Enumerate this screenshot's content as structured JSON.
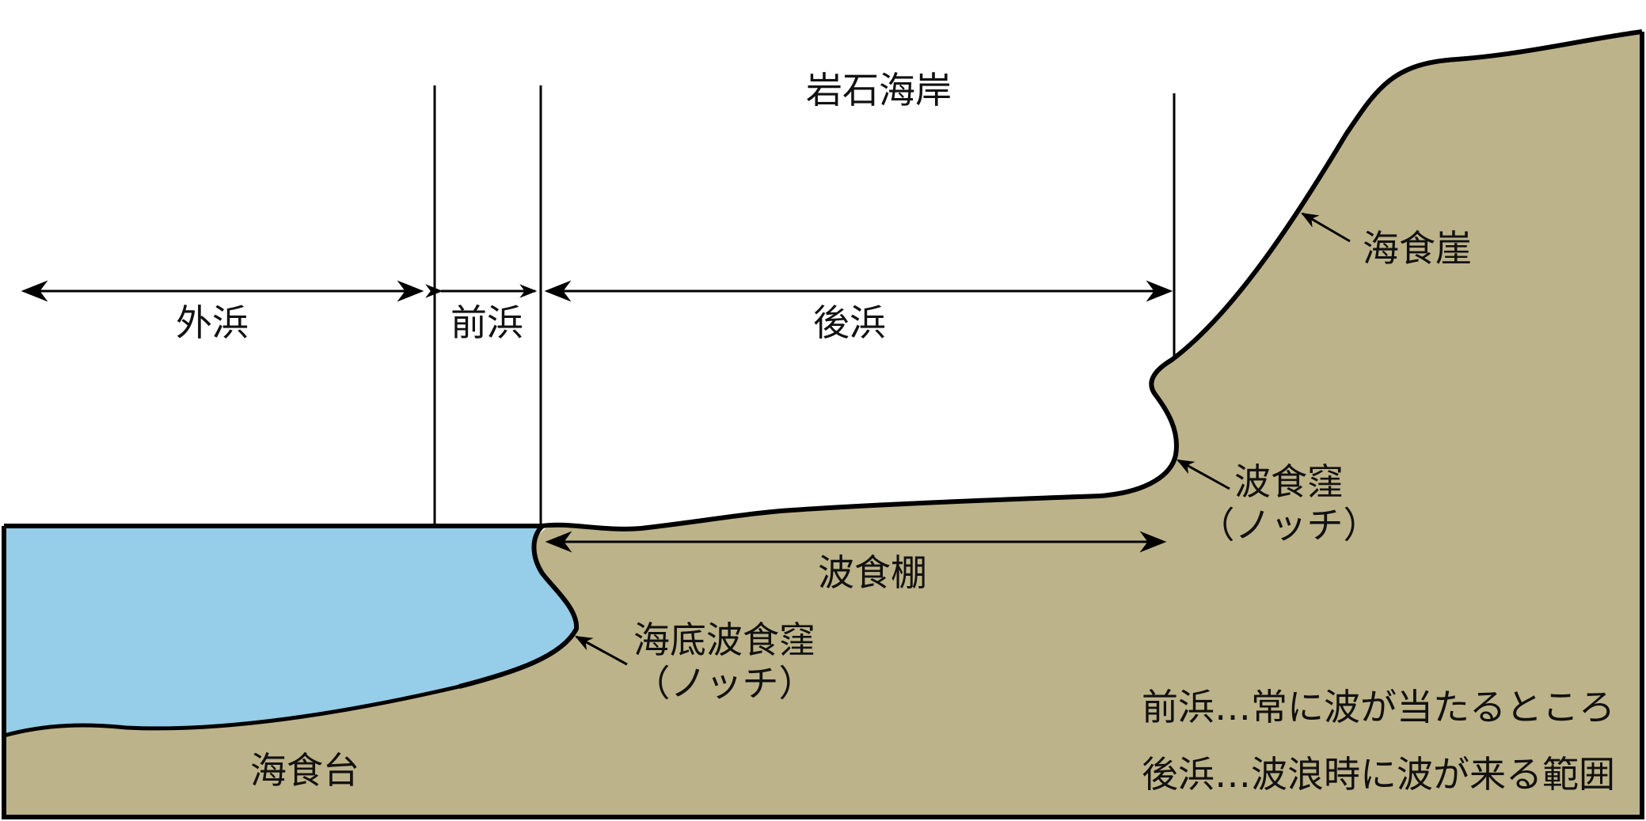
{
  "title": "岩石海岸",
  "zones": {
    "offshore": "外浜",
    "foreshore": "前浜",
    "backshore": "後浜"
  },
  "features": {
    "sea_cliff": "海食崖",
    "notch_line1": "波食窪",
    "notch_line2": "（ノッチ）",
    "wave_cut_bench": "波食棚",
    "submarine_notch_line1": "海底波食窪",
    "submarine_notch_line2": "（ノッチ）",
    "wave_cut_platform": "海食台"
  },
  "legend": {
    "foreshore_def": "前浜…常に波が当たるところ",
    "backshore_def": "後浜…波浪時に波が来る範囲"
  },
  "colors": {
    "land": "#bdb38a",
    "water": "#96cde8",
    "line": "#000000"
  }
}
